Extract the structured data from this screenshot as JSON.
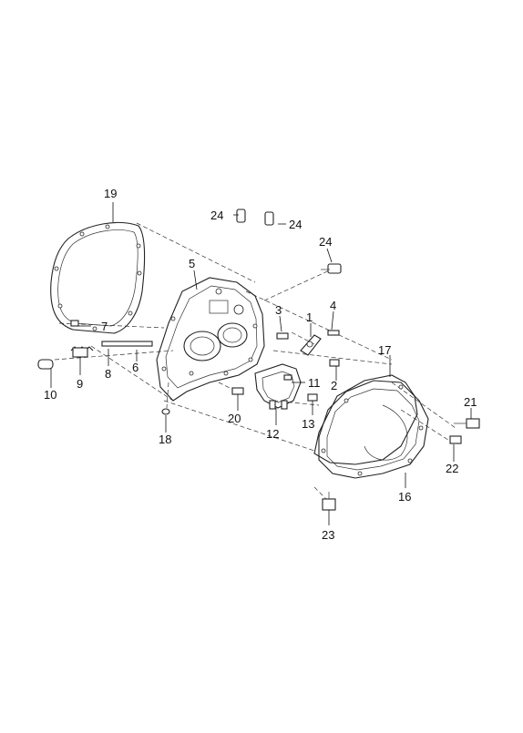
{
  "diagram": {
    "callouts": [
      {
        "id": "c1",
        "text": "1"
      },
      {
        "id": "c2",
        "text": "2"
      },
      {
        "id": "c3",
        "text": "3"
      },
      {
        "id": "c4",
        "text": "4"
      },
      {
        "id": "c5",
        "text": "5"
      },
      {
        "id": "c6",
        "text": "6"
      },
      {
        "id": "c7",
        "text": "7"
      },
      {
        "id": "c8",
        "text": "8"
      },
      {
        "id": "c9",
        "text": "9"
      },
      {
        "id": "c10",
        "text": "10"
      },
      {
        "id": "c11",
        "text": "11"
      },
      {
        "id": "c12",
        "text": "12"
      },
      {
        "id": "c13",
        "text": "13"
      },
      {
        "id": "c16",
        "text": "16"
      },
      {
        "id": "c17",
        "text": "17"
      },
      {
        "id": "c18",
        "text": "18"
      },
      {
        "id": "c19",
        "text": "19"
      },
      {
        "id": "c20",
        "text": "20"
      },
      {
        "id": "c21",
        "text": "21"
      },
      {
        "id": "c22",
        "text": "22"
      },
      {
        "id": "c23",
        "text": "23"
      },
      {
        "id": "c24a",
        "text": "24"
      },
      {
        "id": "c24b",
        "text": "24"
      },
      {
        "id": "c24c",
        "text": "24"
      }
    ]
  }
}
